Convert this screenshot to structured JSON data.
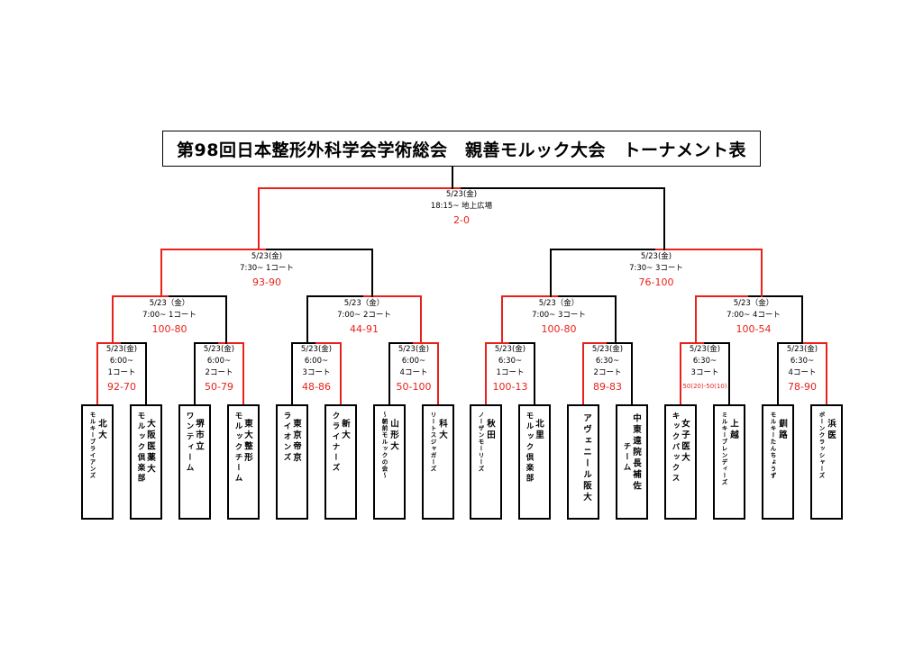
{
  "title": "第98回日本整形外科学会学術総会　親善モルック大会　トーナメント表",
  "colors": {
    "winner_line": "#e8221b",
    "line": "#000000",
    "score": "#e8221b"
  },
  "final": {
    "date": "5/23(金)",
    "time": "18:15~ 地上広場",
    "score": "2-0"
  },
  "semifinals": [
    {
      "date": "5/23(金)",
      "time": "7:30~ 1コート",
      "score": "93-90"
    },
    {
      "date": "5/23(金)",
      "time": "7:30~ 3コート",
      "score": "76-100"
    }
  ],
  "quarterfinals": [
    {
      "date": "5/23（金）",
      "time": "7:00~ 1コート",
      "score": "100-80"
    },
    {
      "date": "5/23（金）",
      "time": "7:00~ 2コート",
      "score": "44-91"
    },
    {
      "date": "5/23（金）",
      "time": "7:00~ 3コート",
      "score": "100-80"
    },
    {
      "date": "5/23（金）",
      "time": "7:00~ 4コート",
      "score": "100-54"
    }
  ],
  "round1": [
    {
      "date": "5/23(金)",
      "time": "6:00~",
      "court": "1コート",
      "score": "92-70"
    },
    {
      "date": "5/23(金)",
      "time": "6:00~",
      "court": "2コート",
      "score": "50-79"
    },
    {
      "date": "5/23(金)",
      "time": "6:00~",
      "court": "3コート",
      "score": "48-86"
    },
    {
      "date": "5/23(金)",
      "time": "6:00~",
      "court": "4コート",
      "score": "50-100"
    },
    {
      "date": "5/23(金)",
      "time": "6:30~",
      "court": "1コート",
      "score": "100-13"
    },
    {
      "date": "5/23(金)",
      "time": "6:30~",
      "court": "2コート",
      "score": "89-83"
    },
    {
      "date": "5/23(金)",
      "time": "6:30~",
      "court": "3コート",
      "score": "50(20)-50(10)"
    },
    {
      "date": "5/23(金)",
      "time": "6:30~",
      "court": "4コート",
      "score": "78-90"
    }
  ],
  "teams": [
    {
      "sub": "モルキーブライアンズ",
      "main": "北大"
    },
    {
      "sub": "モルック倶楽部",
      "main": "大阪医薬大"
    },
    {
      "sub": "ワンティーム",
      "main": "堺市立"
    },
    {
      "sub": "モルックチーム",
      "main": "東大整形"
    },
    {
      "sub": "ライオンズ",
      "main": "東京帝京"
    },
    {
      "sub": "クライナーズ",
      "main": "新大"
    },
    {
      "sub": "～朝前モルックの会～",
      "main": "山形大"
    },
    {
      "sub": "リートスジャガーズ",
      "main": "科大"
    },
    {
      "sub": "ノーザンモーリーズ",
      "main": "秋田"
    },
    {
      "sub": "モルック倶楽部",
      "main": "北里"
    },
    {
      "sub": "アヴェニール阪大",
      "main": ""
    },
    {
      "sub": "チーム",
      "main": "中東遠院長補佐"
    },
    {
      "sub": "キックバックス",
      "main": "女子医大"
    },
    {
      "sub": "ミルキーブレンディーズ",
      "main": "上越"
    },
    {
      "sub": "モルキーたんちょうず",
      "main": "釧路"
    },
    {
      "sub": "ボーンクラッシャーズ",
      "main": "浜医"
    }
  ]
}
